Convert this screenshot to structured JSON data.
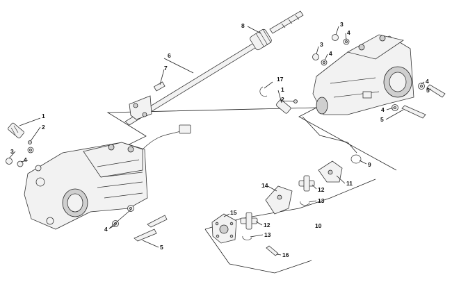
{
  "callouts": [
    {
      "id": "c1a",
      "label": "1"
    },
    {
      "id": "c2a",
      "label": "2"
    },
    {
      "id": "c3a",
      "label": "3"
    },
    {
      "id": "c4a",
      "label": "4"
    },
    {
      "id": "c4b",
      "label": "4"
    },
    {
      "id": "c5a",
      "label": "5"
    },
    {
      "id": "c6",
      "label": "6"
    },
    {
      "id": "c7",
      "label": "7"
    },
    {
      "id": "c8",
      "label": "8"
    },
    {
      "id": "c3b",
      "label": "3"
    },
    {
      "id": "c4c",
      "label": "4"
    },
    {
      "id": "c3c",
      "label": "3"
    },
    {
      "id": "c4d",
      "label": "4"
    },
    {
      "id": "c17",
      "label": "17"
    },
    {
      "id": "c1b",
      "label": "1"
    },
    {
      "id": "c2b",
      "label": "2"
    },
    {
      "id": "c4e",
      "label": "4"
    },
    {
      "id": "c5b",
      "label": "5"
    },
    {
      "id": "c4f",
      "label": "4"
    },
    {
      "id": "c5c",
      "label": "5"
    },
    {
      "id": "c9",
      "label": "9"
    },
    {
      "id": "c11",
      "label": "11"
    },
    {
      "id": "c14",
      "label": "14"
    },
    {
      "id": "c12a",
      "label": "12"
    },
    {
      "id": "c13a",
      "label": "13"
    },
    {
      "id": "c15",
      "label": "15"
    },
    {
      "id": "c12b",
      "label": "12"
    },
    {
      "id": "c13b",
      "label": "13"
    },
    {
      "id": "c10",
      "label": "10"
    },
    {
      "id": "c16",
      "label": "16"
    }
  ]
}
